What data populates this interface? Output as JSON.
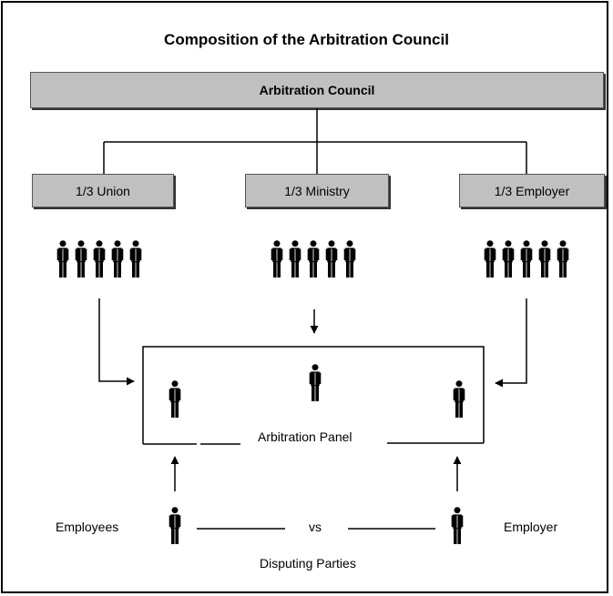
{
  "title": "Composition of the Arbitration Council",
  "council": "Arbitration Council",
  "groups": [
    "1/3 Union",
    "1/3 Ministry",
    "1/3 Employer"
  ],
  "panel_label": "Arbitration Panel",
  "parties": {
    "left": "Employees",
    "middle": "vs",
    "right": "Employer",
    "caption": "Disputing Parties"
  }
}
